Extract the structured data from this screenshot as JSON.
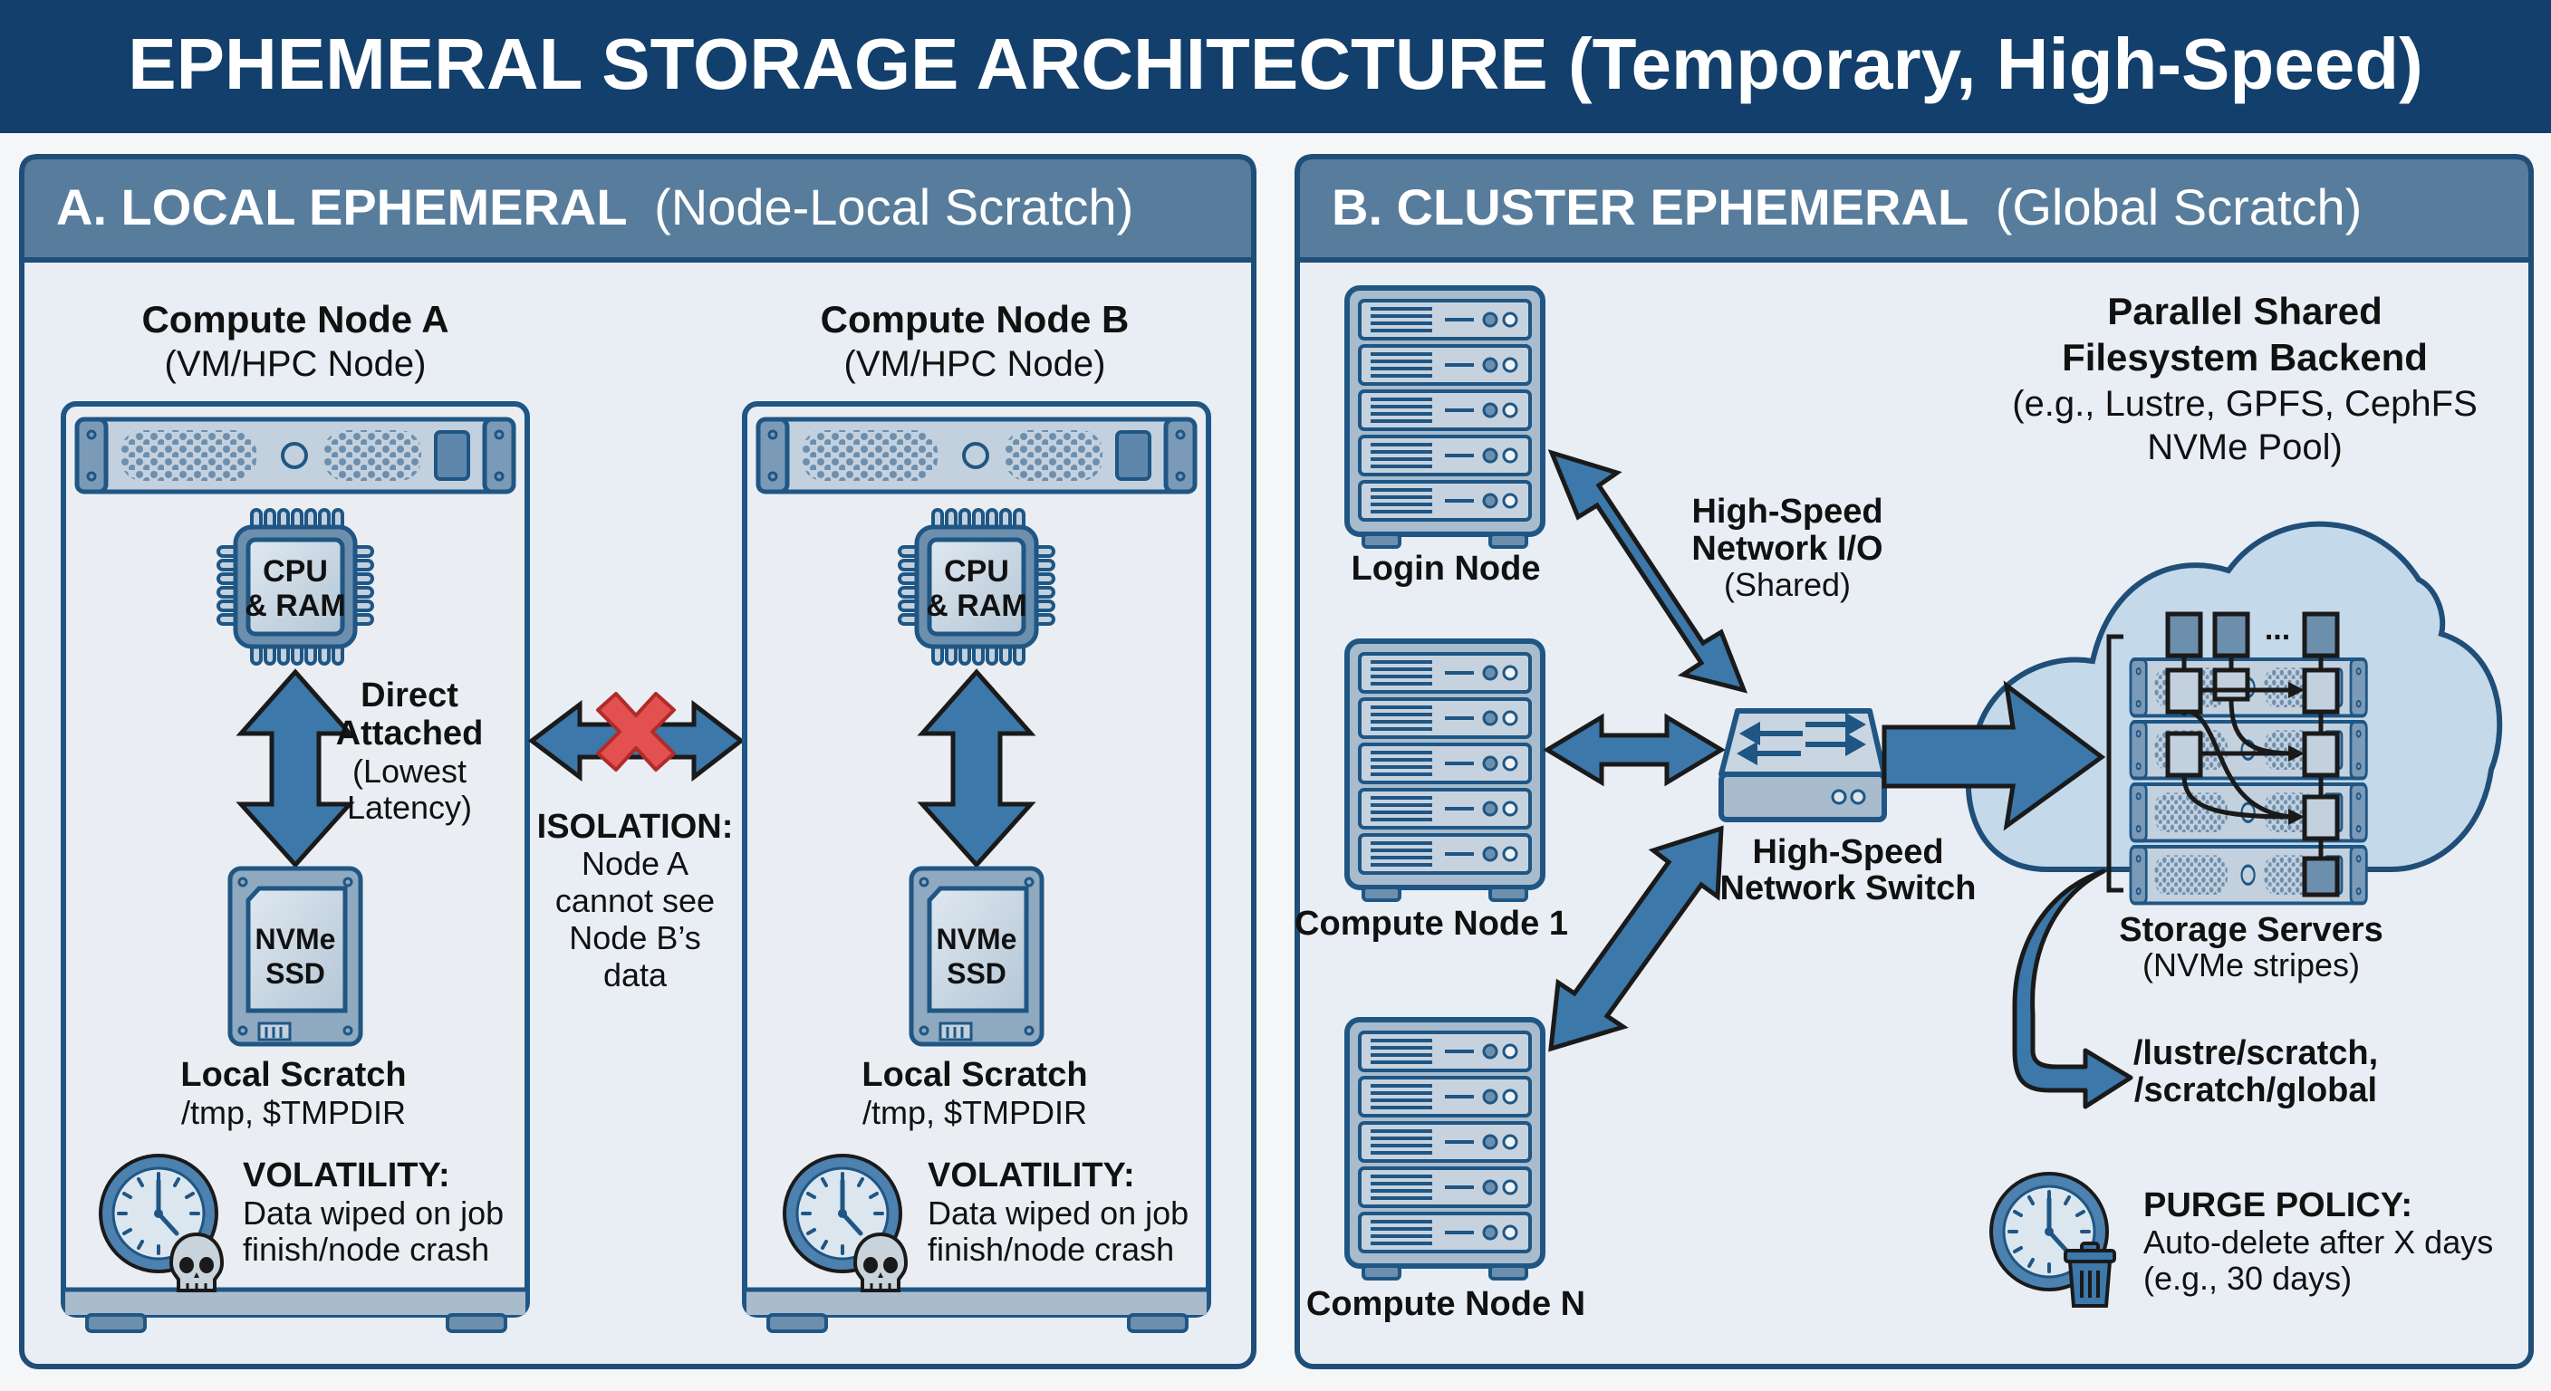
{
  "title": "EPHEMERAL STORAGE ARCHITECTURE (Temporary, High-Speed)",
  "colors": {
    "title_band": "#123f6b",
    "panel_header": "#587d9c",
    "panel_border": "#1f4e78",
    "panel_bg": "#e9eef4",
    "icon_blue": "#3c78aa",
    "icon_fill": "#a9bccd",
    "x_red": "#e2514f",
    "cloud_fill": "#c4d9ea"
  },
  "panel_a": {
    "title_bold": "A. LOCAL EPHEMERAL",
    "title_rest": "(Node-Local Scratch)",
    "nodes": [
      {
        "name": "Compute Node A",
        "subtitle": "(VM/HPC Node)",
        "cpu_line1": "CPU",
        "cpu_line2": "& RAM",
        "ssd_line1": "NVMe",
        "ssd_line2": "SSD",
        "scratch_title": "Local Scratch",
        "scratch_paths": "/tmp, $TMPDIR",
        "volatility_title": "VOLATILITY:",
        "volatility_line1": "Data wiped on job",
        "volatility_line2": "finish/node crash"
      },
      {
        "name": "Compute Node B",
        "subtitle": "(VM/HPC Node)",
        "cpu_line1": "CPU",
        "cpu_line2": "& RAM",
        "ssd_line1": "NVMe",
        "ssd_line2": "SSD",
        "scratch_title": "Local Scratch",
        "scratch_paths": "/tmp, $TMPDIR",
        "volatility_title": "VOLATILITY:",
        "volatility_line1": "Data wiped on job",
        "volatility_line2": "finish/node crash"
      }
    ],
    "direct_attached": {
      "line1": "Direct",
      "line2": "Attached",
      "line3": "(Lowest",
      "line4": "Latency)"
    },
    "isolation": {
      "title": "ISOLATION:",
      "line1": "Node A",
      "line2": "cannot see",
      "line3": "Node B’s",
      "line4": "data"
    }
  },
  "panel_b": {
    "title_bold": "B. CLUSTER EPHEMERAL",
    "title_rest": "(Global Scratch)",
    "servers": [
      {
        "label": "Login Node"
      },
      {
        "label": "Compute Node 1"
      },
      {
        "label": "Compute Node N"
      }
    ],
    "network_io": {
      "line1": "High-Speed",
      "line2": "Network I/O",
      "line3": "(Shared)"
    },
    "switch": {
      "line1": "High-Speed",
      "line2": "Network Switch"
    },
    "backend": {
      "line1": "Parallel Shared",
      "line2": "Filesystem Backend",
      "line3": "(e.g., Lustre, GPFS, CephFS",
      "line4": "NVMe Pool)"
    },
    "storage": {
      "title": "Storage Servers",
      "subtitle": "(NVMe stripes)",
      "ellipsis": "..."
    },
    "paths": {
      "line1": "/lustre/scratch,",
      "line2": "/scratch/global"
    },
    "purge": {
      "title": "PURGE POLICY:",
      "line1": "Auto-delete after X days",
      "line2": "(e.g., 30 days)"
    }
  }
}
